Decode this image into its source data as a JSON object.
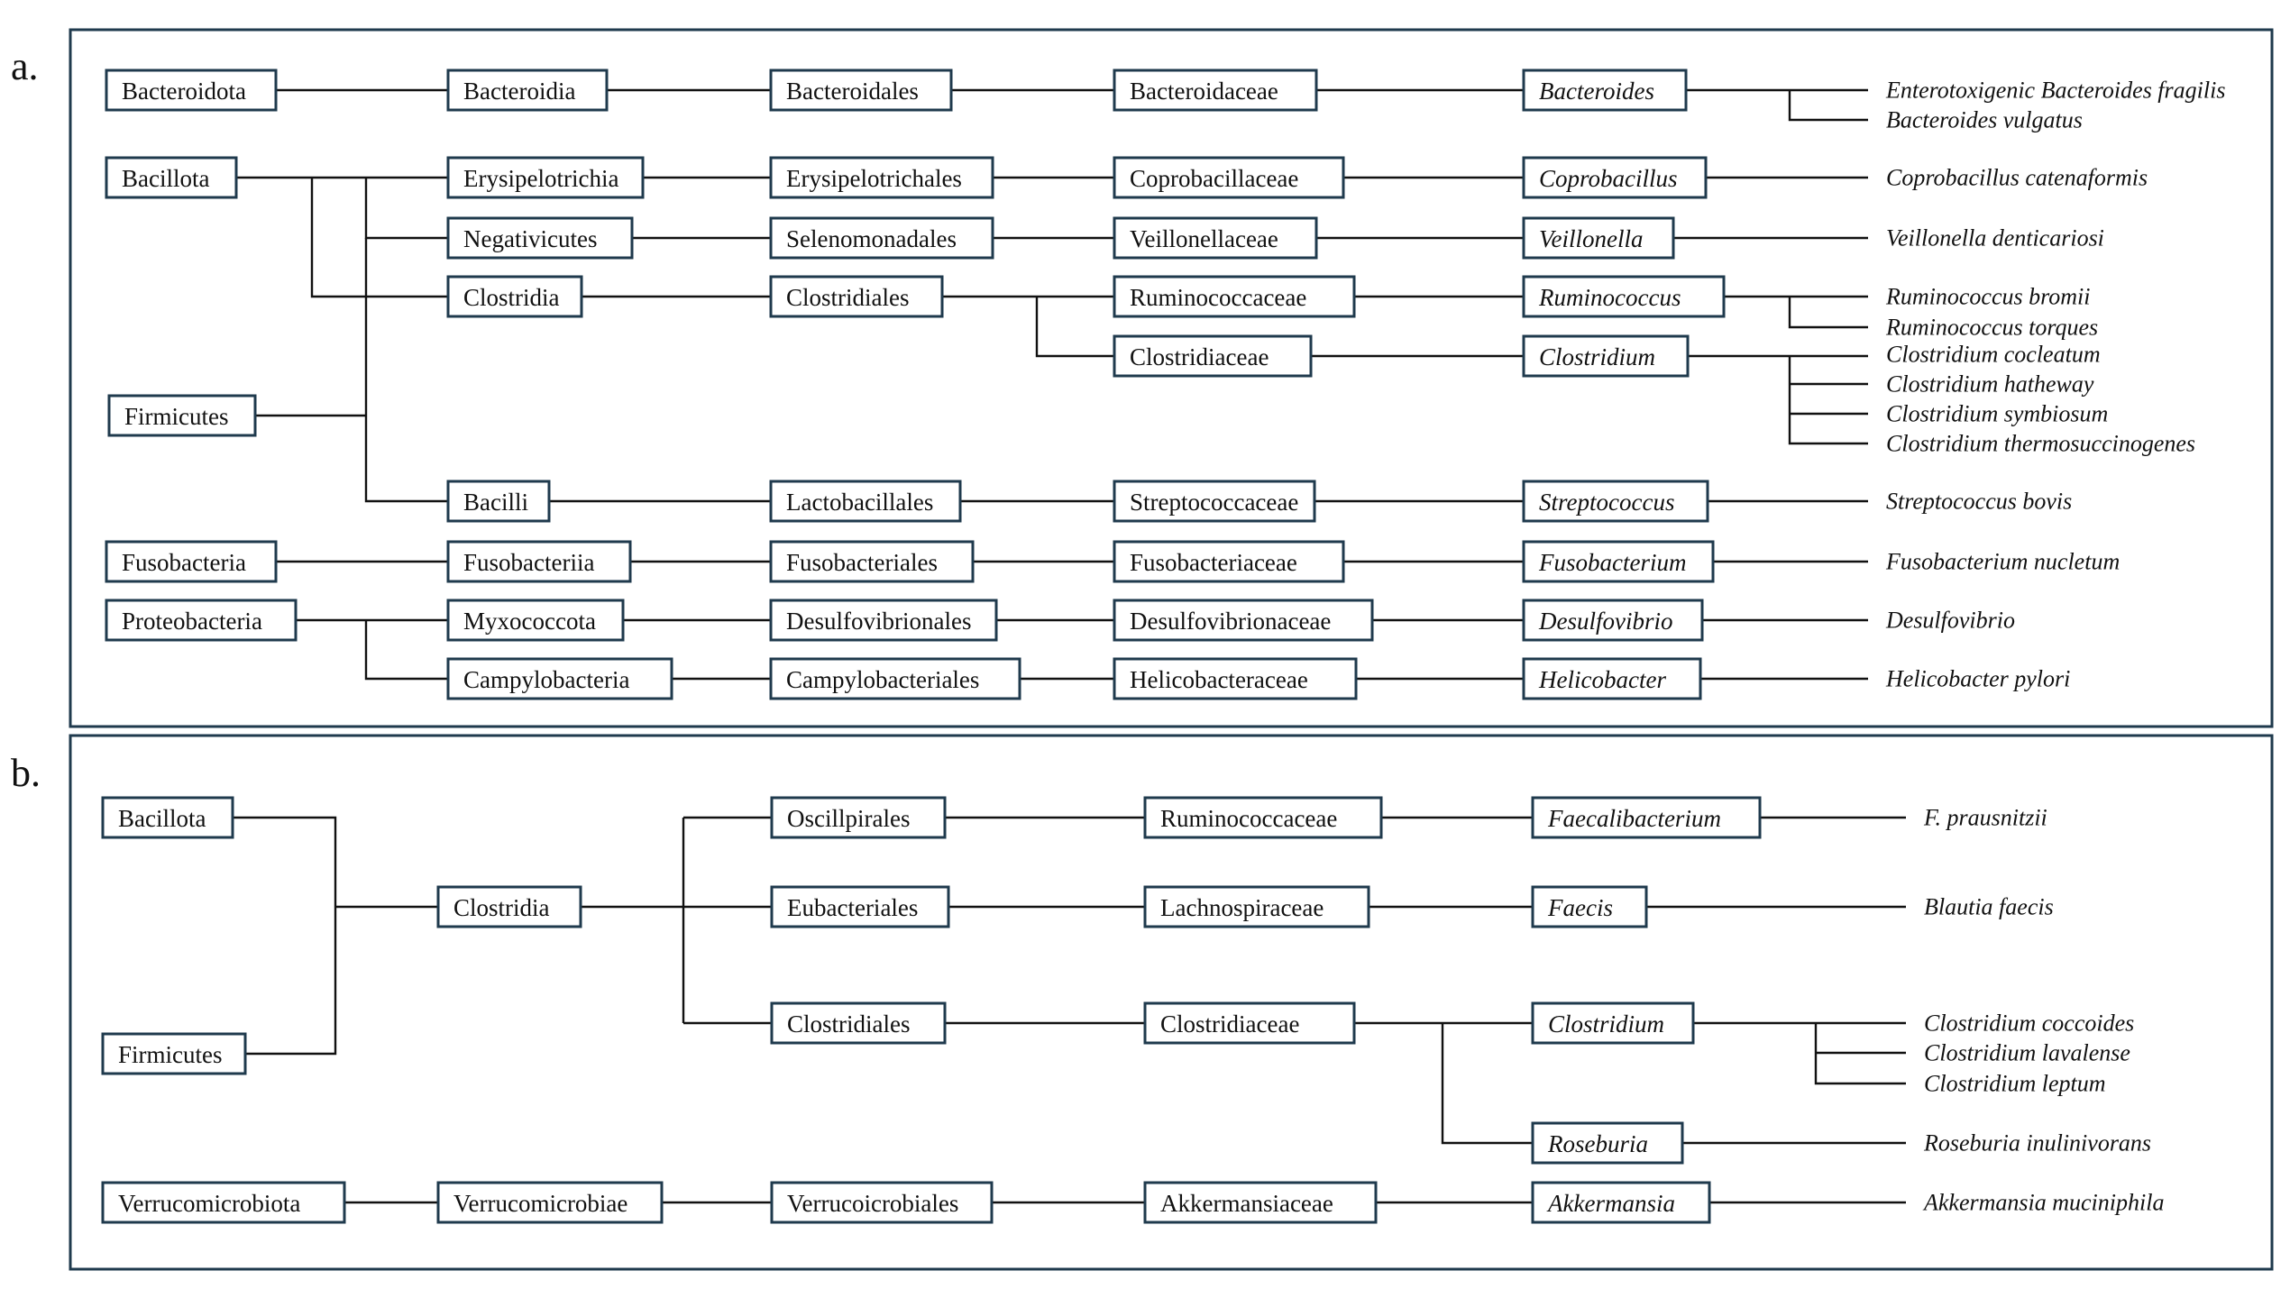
{
  "panels": [
    {
      "label": "a.",
      "taxa": {
        "bacteroidota": "Bacteroidota",
        "bacteroidia": "Bacteroidia",
        "bacteroidales": "Bacteroidales",
        "bacteroidaceae": "Bacteroidaceae",
        "bacteroides": "Bacteroides",
        "bacillota": "Bacillota",
        "firmicutes": "Firmicutes",
        "erysipelotrichia": "Erysipelotrichia",
        "erysipelotrichales": "Erysipelotrichales",
        "coprobacillaceae": "Coprobacillaceae",
        "coprobacillus": "Coprobacillus",
        "negativicutes": "Negativicutes",
        "selenomonadales": "Selenomonadales",
        "veillonellaceae": "Veillonellaceae",
        "veillonella": "Veillonella",
        "clostridia": "Clostridia",
        "clostridiales": "Clostridiales",
        "ruminococcaceae": "Ruminococcaceae",
        "ruminococcus": "Ruminococcus",
        "clostridiaceae": "Clostridiaceae",
        "clostridium": "Clostridium",
        "bacilli": "Bacilli",
        "lactobacillales": "Lactobacillales",
        "streptococcaceae": "Streptococcaceae",
        "streptococcus": "Streptococcus",
        "fusobacteria": "Fusobacteria",
        "fusobacteriia": "Fusobacteriia",
        "fusobacteriales": "Fusobacteriales",
        "fusobacteriaceae": "Fusobacteriaceae",
        "fusobacterium": "Fusobacterium",
        "proteobacteria": "Proteobacteria",
        "myxococcota": "Myxococcota",
        "desulfovibrionales": "Desulfovibrionales",
        "desulfovibrionaceae": "Desulfovibrionaceae",
        "desulfovibrio_genus": "Desulfovibrio",
        "campylobacteria": "Campylobacteria",
        "campylobacteriales": "Campylobacteriales",
        "helicobacteraceae": "Helicobacteraceae",
        "helicobacter": "Helicobacter"
      },
      "species": {
        "etbf": "Enterotoxigenic Bacteroides fragilis",
        "b_vulgatus": "Bacteroides vulgatus",
        "c_catenaformis": "Coprobacillus catenaformis",
        "v_denticariosi": "Veillonella denticariosi",
        "r_bromii": "Ruminococcus bromii",
        "r_torques": "Ruminococcus torques",
        "c_cocleatum": "Clostridium cocleatum",
        "c_hatheway": "Clostridium hatheway",
        "c_symbiosum": "Clostridium symbiosum",
        "c_thermosuccinogenes": "Clostridium thermosuccinogenes",
        "s_bovis": "Streptococcus bovis",
        "f_nucletum": "Fusobacterium nucletum",
        "desulfovibrio": "Desulfovibrio",
        "h_pylori": "Helicobacter pylori"
      }
    },
    {
      "label": "b.",
      "taxa": {
        "bacillota": "Bacillota",
        "firmicutes": "Firmicutes",
        "clostridia": "Clostridia",
        "oscillpirales": "Oscillpirales",
        "eubacteriales": "Eubacteriales",
        "clostridiales": "Clostridiales",
        "ruminococcaceae": "Ruminococcaceae",
        "lachnospiraceae": "Lachnospiraceae",
        "clostridiaceae": "Clostridiaceae",
        "faecalibacterium": "Faecalibacterium",
        "faecis": "Faecis",
        "clostridium": "Clostridium",
        "roseburia": "Roseburia",
        "verrucomicrobiota": "Verrucomicrobiota",
        "verrucomicrobiae": "Verrucomicrobiae",
        "verrucoicrobiales": "Verrucoicrobiales",
        "akkermansiaceae": "Akkermansiaceae",
        "akkermansia": "Akkermansia"
      },
      "species": {
        "f_prausnitzii": "F. prausnitzii",
        "b_faecis": "Blautia faecis",
        "c_coccoides": "Clostridium coccoides",
        "c_lavalense": "Clostridium lavalense",
        "c_leptum": "Clostridium leptum",
        "r_inulinivorans": "Roseburia inulinivorans",
        "a_muciniphila": "Akkermansia muciniphila"
      }
    }
  ]
}
